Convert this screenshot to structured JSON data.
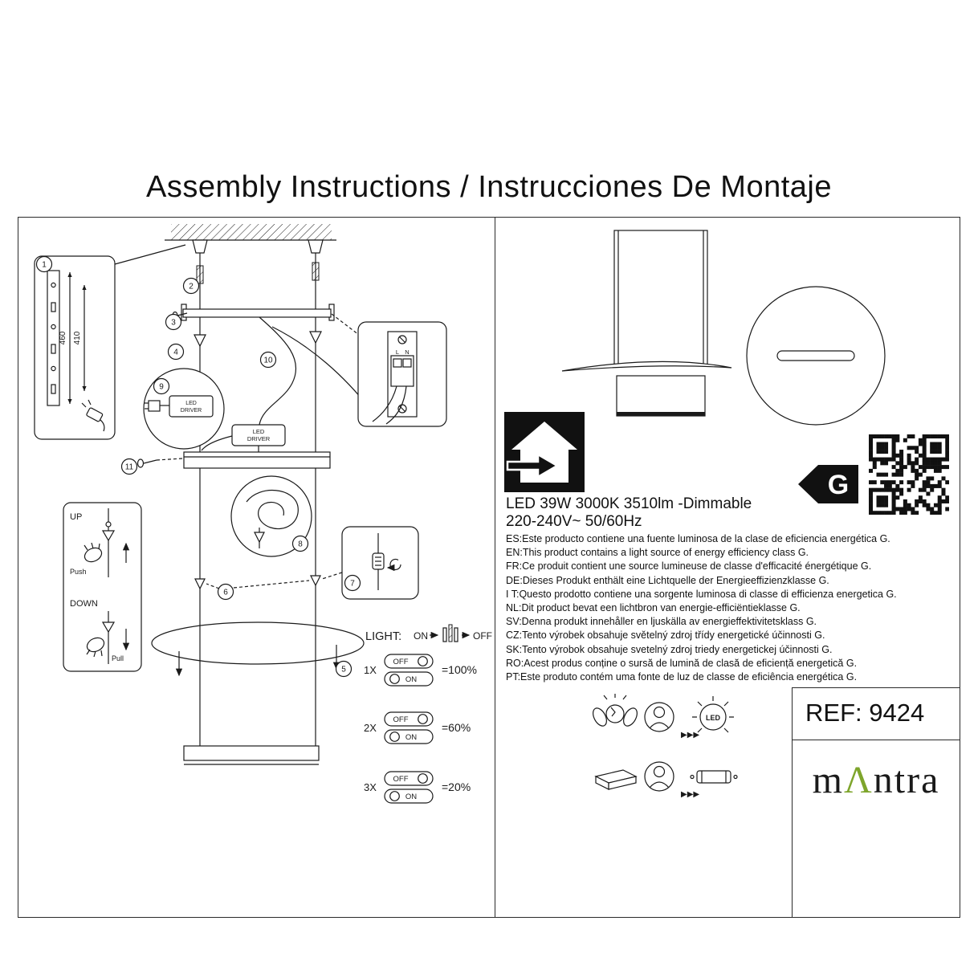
{
  "title": "Assembly Instructions / Instrucciones De Montaje",
  "diagram": {
    "part_numbers": [
      "1",
      "2",
      "3",
      "4",
      "5",
      "6",
      "7",
      "8",
      "9",
      "10",
      "11"
    ],
    "dims": {
      "outer": "460",
      "inner": "410"
    },
    "driver": {
      "line1": "LED",
      "line2": "DRIVER"
    },
    "terminals": {
      "l": "L",
      "n": "N"
    },
    "updown": {
      "up": "UP",
      "push": "Push",
      "down": "DOWN",
      "pull": "Pull"
    },
    "light": {
      "label": "LIGHT:",
      "on": "ON",
      "off": "OFF"
    },
    "switch_rows": [
      {
        "count": "1X",
        "off": "OFF",
        "on": "ON",
        "result": "=100%"
      },
      {
        "count": "2X",
        "off": "OFF",
        "on": "ON",
        "result": "=60%"
      },
      {
        "count": "3X",
        "off": "OFF",
        "on": "ON",
        "result": "=20%"
      }
    ]
  },
  "specs": {
    "line1": "LED 39W 3000K 3510lm -Dimmable",
    "line2": "220-240V~ 50/60Hz"
  },
  "energy": {
    "class": "G"
  },
  "languages": [
    "ES:Este producto contiene una fuente luminosa de la clase de eficiencia energética G.",
    "EN:This product contains a light source of energy efficiency class G.",
    "FR:Ce produit contient une source lumineuse de classe d'efficacité énergétique G.",
    "DE:Dieses Produkt enthält eine Lichtquelle der Energieeffizienzklasse G.",
    "I T:Questo prodotto contiene una sorgente luminosa di classe di efficienza energetica G.",
    "NL:Dit product bevat een lichtbron van energie-efficiëntieklasse G.",
    "SV:Denna produkt innehåller en ljuskälla av energieffektivitetsklass G.",
    "CZ:Tento výrobek obsahuje světelný zdroj třídy energetické účinnosti G.",
    "SK:Tento výrobok obsahuje svetelný zdroj triedy energetickej účinnosti G.",
    "RO:Acest produs conține o sursă de lumină de clasă de eficiență energetică G.",
    "PT:Este produto contém uma fonte de luz de classe de eficiência energética G."
  ],
  "icons": {
    "arrows": "▶▶▶",
    "led_label": "LED"
  },
  "footer": {
    "ref": "REF: 9424",
    "brand": {
      "pre": "m",
      "mid": "Λ",
      "post": "ntra"
    }
  },
  "colors": {
    "brand_green": "#7ea52c",
    "ink": "#1a1a1a"
  }
}
